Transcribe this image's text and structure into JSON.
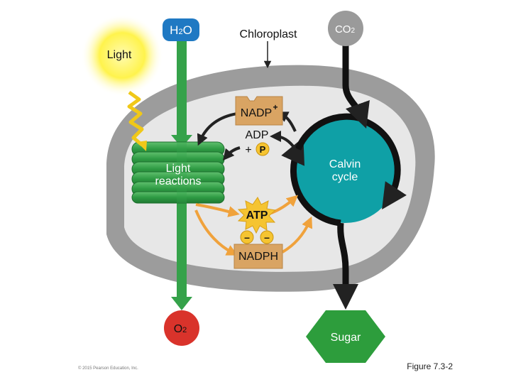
{
  "labels": {
    "chloroplast": "Chloroplast",
    "light": "Light",
    "h2o": "H",
    "h2o_sub": "2",
    "h2o_end": "O",
    "co2": "CO",
    "co2_sub": "2",
    "o2": "O",
    "o2_sub": "2",
    "sugar": "Sugar",
    "light_reactions_1": "Light",
    "light_reactions_2": "reactions",
    "calvin_1": "Calvin",
    "calvin_2": "cycle",
    "nadp": "NADP",
    "nadp_charge": "+",
    "adp": "ADP",
    "adp_plus": "+",
    "pi": "P",
    "atp": "ATP",
    "nadph": "NADPH",
    "minus": "–"
  },
  "footer": {
    "figure": "Figure 7.3-2",
    "copyright": "© 2015 Pearson Education, Inc."
  },
  "colors": {
    "stroma": "#e7e7e7",
    "envelope": "#9c9c9c",
    "thylakoid": "#35a24a",
    "calvin": "#0fa0a6",
    "sugar": "#2d9d3c",
    "o2": "#d9332b",
    "h2o": "#1f79c3",
    "co2": "#9a9a9a",
    "carrier": "#d9a463",
    "orange_arrow": "#f0a23c",
    "sun": "#fff34c",
    "atp_burst": "#f5c431",
    "chem_arrow": "#222222"
  }
}
